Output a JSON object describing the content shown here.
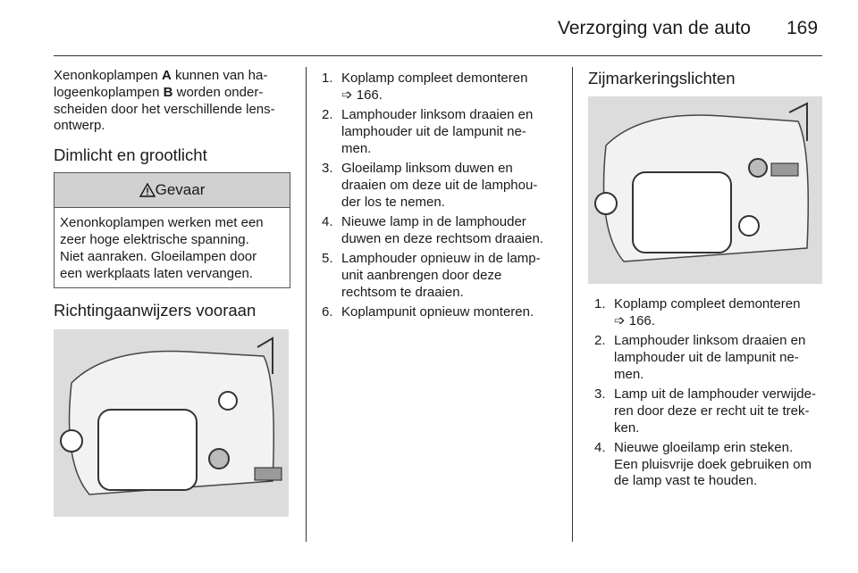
{
  "header": {
    "title": "Verzorging van de auto",
    "page_number": "169"
  },
  "left": {
    "intro_lines": [
      "Xenonkoplampen |A| kunnen van ha-",
      "logeenkoplampen |B| worden onder-",
      "scheiden door het verschillende lens-",
      "ontwerp."
    ],
    "heading1": "Dimlicht en grootlicht",
    "warning": {
      "icon": "warning-triangle-icon",
      "title": "Gevaar",
      "lines": [
        "Xenonkoplampen werken met een",
        "zeer hoge elektrische spanning.",
        "Niet aanraken. Gloeilampen door",
        "een werkplaats laten vervangen."
      ]
    },
    "heading2": "Richtingaanwijzers vooraan"
  },
  "middle": {
    "steps": [
      {
        "n": "1.",
        "lines": [
          "Koplamp compleet demonteren",
          "➩ 166."
        ]
      },
      {
        "n": "2.",
        "lines": [
          "Lamphouder linksom draaien en",
          "lamphouder uit de lampunit ne-",
          "men."
        ]
      },
      {
        "n": "3.",
        "lines": [
          "Gloeilamp linksom duwen en",
          "draaien om deze uit de lamphou-",
          "der los te nemen."
        ]
      },
      {
        "n": "4.",
        "lines": [
          "Nieuwe lamp in de lamphouder",
          "duwen en deze rechtsom draaien."
        ]
      },
      {
        "n": "5.",
        "lines": [
          "Lamphouder opnieuw in de lamp-",
          "unit aanbrengen door deze",
          "rechtsom te draaien."
        ]
      },
      {
        "n": "6.",
        "lines": [
          "Koplampunit opnieuw monteren."
        ]
      }
    ]
  },
  "right": {
    "heading": "Zijmarkeringslichten",
    "steps": [
      {
        "n": "1.",
        "lines": [
          "Koplamp compleet demonteren",
          "➩ 166."
        ]
      },
      {
        "n": "2.",
        "lines": [
          "Lamphouder linksom draaien en",
          "lamphouder uit de lampunit ne-",
          "men."
        ]
      },
      {
        "n": "3.",
        "lines": [
          "Lamp uit de lamphouder verwijde-",
          "ren door deze er recht uit te trek-",
          "ken."
        ]
      },
      {
        "n": "4.",
        "lines": [
          "Nieuwe gloeilamp erin steken.",
          "Een pluisvrije doek gebruiken om",
          "de lamp vast te houden."
        ]
      }
    ]
  }
}
